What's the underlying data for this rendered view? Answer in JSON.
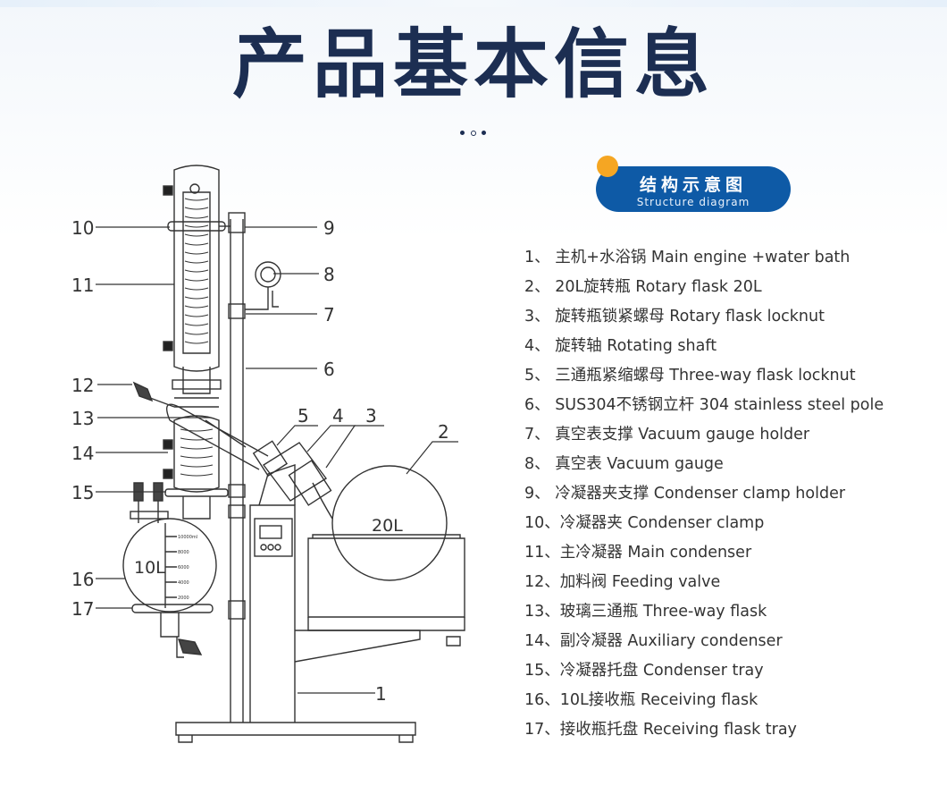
{
  "title": "产品基本信息",
  "section_badge": {
    "title_zh": "结构示意图",
    "title_en": "Structure diagram"
  },
  "parts": [
    "1、 主机+水浴锅 Main engine +water bath",
    "2、 20L旋转瓶 Rotary flask 20L",
    "3、 旋转瓶锁紧螺母 Rotary flask locknut",
    "4、 旋转轴 Rotating shaft",
    "5、 三通瓶紧缩螺母 Three-way flask locknut",
    "6、 SUS304不锈钢立杆 304 stainless steel pole",
    "7、 真空表支撑 Vacuum gauge holder",
    "8、 真空表 Vacuum gauge",
    "9、 冷凝器夹支撑  Condenser clamp holder",
    "10、冷凝器夹 Condenser clamp",
    "11、主冷凝器 Main condenser",
    "12、加料阀   Feeding valve",
    "13、玻璃三通瓶  Three-way flask",
    "14、副冷凝器  Auxiliary condenser",
    "15、冷凝器托盘 Condenser tray",
    "16、10L接收瓶 Receiving flask",
    "17、接收瓶托盘 Receiving flask tray"
  ],
  "diagram": {
    "callout_numbers": [
      "1",
      "2",
      "3",
      "4",
      "5",
      "6",
      "7",
      "8",
      "9",
      "10",
      "11",
      "12",
      "13",
      "14",
      "15",
      "16",
      "17"
    ],
    "flask_large_label": "20L",
    "flask_small_label": "10L",
    "graduations": [
      "10000ml",
      "8000",
      "6000",
      "4000",
      "2000"
    ]
  },
  "colors": {
    "title": "#1c2e52",
    "badge_bg": "#0e5aa6",
    "badge_dot": "#f5a623",
    "line": "#333333"
  }
}
